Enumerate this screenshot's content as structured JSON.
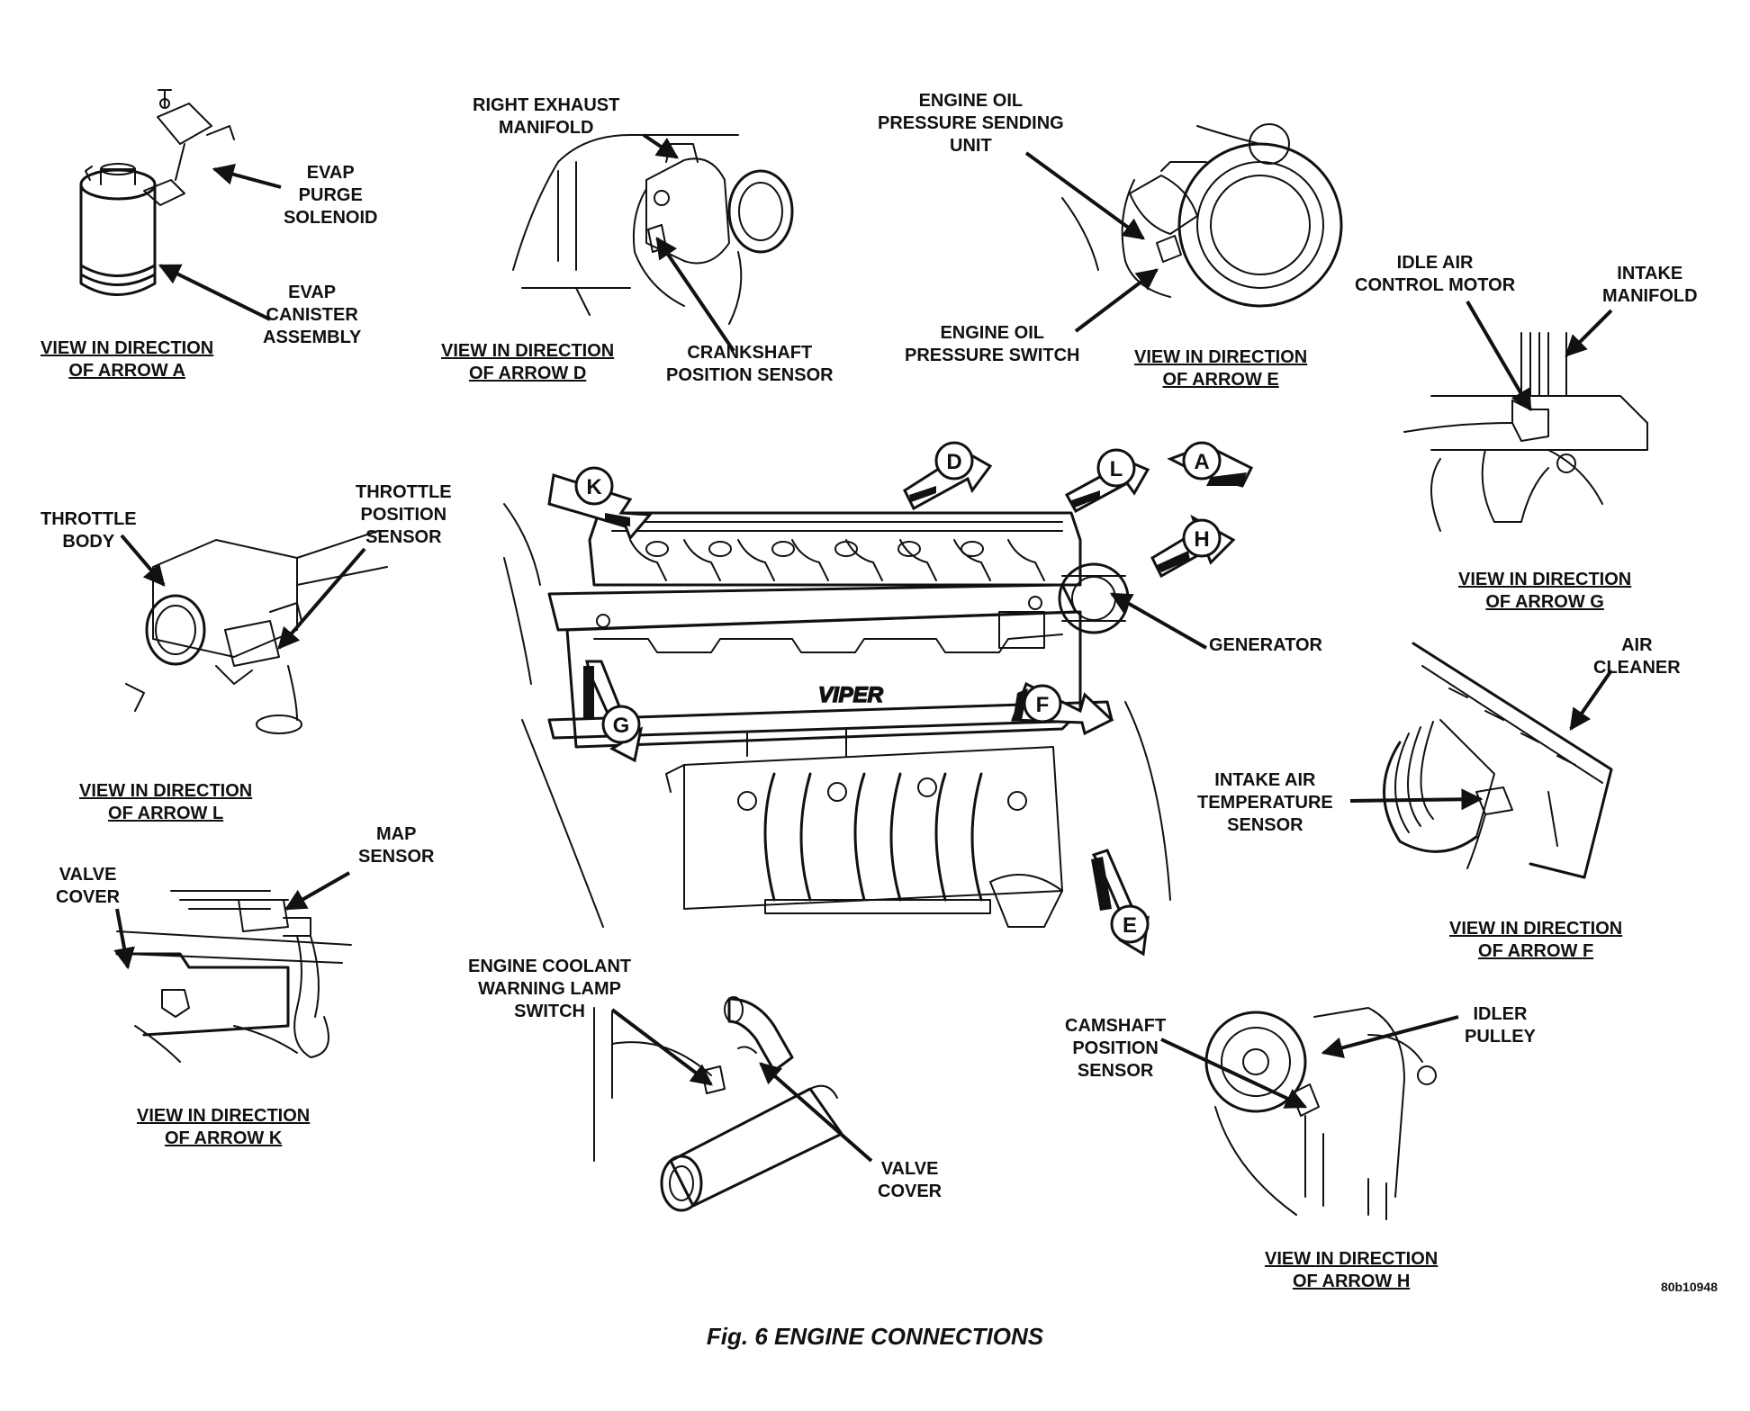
{
  "labels": {
    "evap_purge": [
      "EVAP",
      "PURGE",
      "SOLENOID"
    ],
    "evap_canister": [
      "EVAP",
      "CANISTER",
      "ASSEMBLY"
    ],
    "right_exhaust": [
      "RIGHT EXHAUST",
      "MANIFOLD"
    ],
    "crankshaft": [
      "CRANKSHAFT",
      "POSITION SENSOR"
    ],
    "oil_sending": [
      "ENGINE OIL",
      "PRESSURE SENDING",
      "UNIT"
    ],
    "oil_switch": [
      "ENGINE OIL",
      "PRESSURE SWITCH"
    ],
    "idle_air": [
      "IDLE AIR",
      "CONTROL MOTOR"
    ],
    "intake_manifold": [
      "INTAKE",
      "MANIFOLD"
    ],
    "throttle_body": [
      "THROTTLE",
      "BODY"
    ],
    "throttle_position": [
      "THROTTLE",
      "POSITION",
      "SENSOR"
    ],
    "generator": [
      "GENERATOR"
    ],
    "air_cleaner": [
      "AIR",
      "CLEANER"
    ],
    "intake_air_temp": [
      "INTAKE AIR",
      "TEMPERATURE",
      "SENSOR"
    ],
    "valve_cover_k": [
      "VALVE",
      "COVER"
    ],
    "map_sensor": [
      "MAP",
      "SENSOR"
    ],
    "coolant_switch": [
      "ENGINE COOLANT",
      "WARNING LAMP",
      "SWITCH"
    ],
    "valve_cover_bottom": [
      "VALVE",
      "COVER"
    ],
    "camshaft": [
      "CAMSHAFT",
      "POSITION",
      "SENSOR"
    ],
    "idler_pulley": [
      "IDLER",
      "PULLEY"
    ]
  },
  "views": {
    "a": [
      "VIEW IN DIRECTION",
      "OF ARROW A"
    ],
    "d": [
      "VIEW IN DIRECTION",
      "OF ARROW D"
    ],
    "e": [
      "VIEW IN DIRECTION",
      "OF ARROW E"
    ],
    "g": [
      "VIEW IN DIRECTION",
      "OF ARROW G"
    ],
    "l": [
      "VIEW IN DIRECTION",
      "OF ARROW L"
    ],
    "f": [
      "VIEW IN DIRECTION",
      "OF ARROW F"
    ],
    "k": [
      "VIEW IN DIRECTION",
      "OF ARROW K"
    ],
    "h": [
      "VIEW IN DIRECTION",
      "OF ARROW H"
    ]
  },
  "arrow_letters": {
    "k": "K",
    "d": "D",
    "l": "L",
    "a": "A",
    "h": "H",
    "g": "G",
    "f": "F",
    "e": "E"
  },
  "engine_badge": "VIPER",
  "figure_id": "80b10948",
  "caption": "Fig. 6 ENGINE CONNECTIONS"
}
